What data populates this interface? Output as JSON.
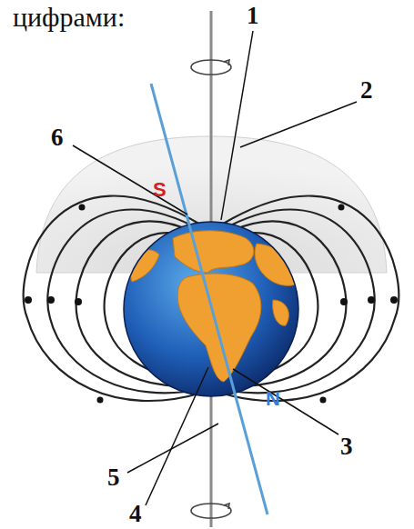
{
  "diagram": {
    "labels": [
      "цифрами:",
      "1",
      "2",
      "6",
      "S",
      "N",
      "3",
      "5",
      "4"
    ]
  }
}
